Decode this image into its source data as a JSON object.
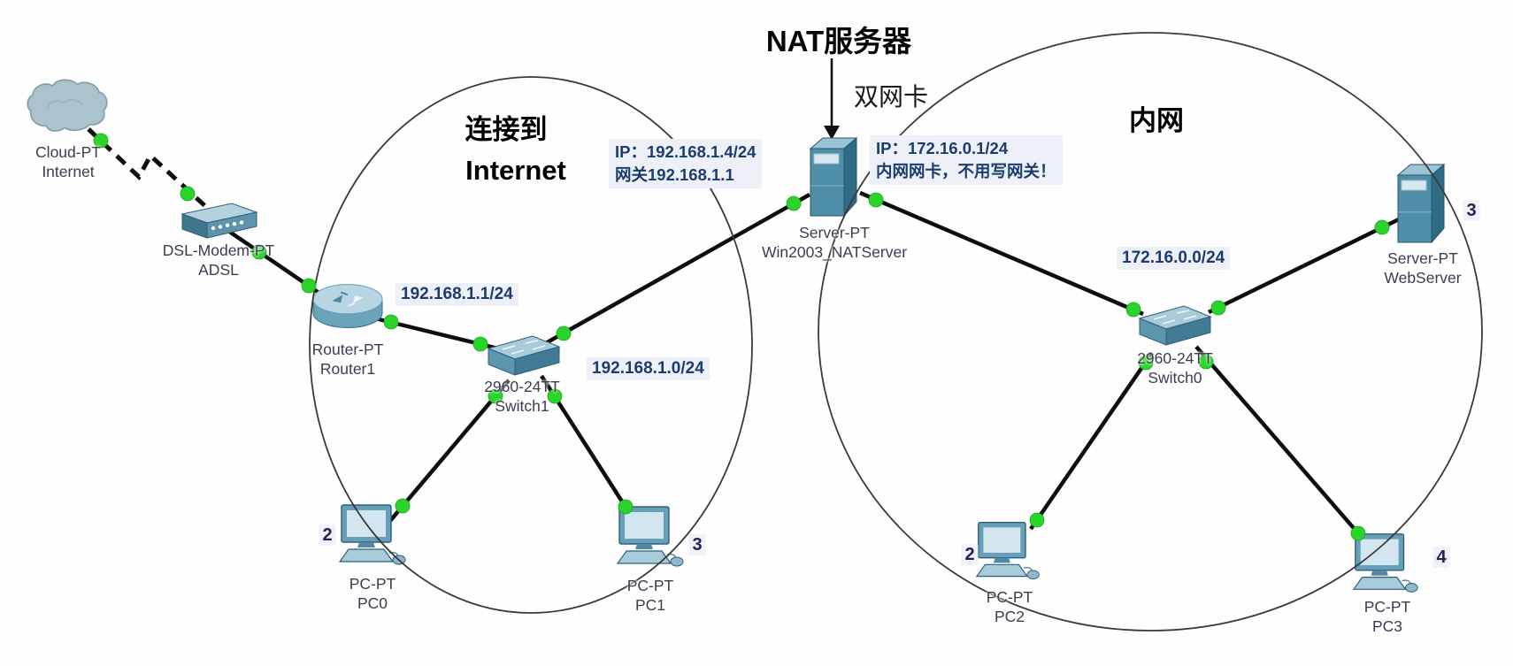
{
  "titles": {
    "nat_server": "NAT服务器",
    "dual_nic": "双网卡",
    "zone_internet_line1": "连接到",
    "zone_internet_line2": "Internet",
    "zone_intranet": "内网"
  },
  "notes": {
    "nat_outer_ip": "IP：192.168.1.4/24",
    "nat_outer_gw": "网关192.168.1.1",
    "nat_inner_ip": "IP：172.16.0.1/24",
    "nat_inner_note": "内网网卡，不用写网关！",
    "router_ip": "192.168.1.1/24",
    "outer_subnet": "192.168.1.0/24",
    "inner_subnet": "172.16.0.0/24"
  },
  "devices": {
    "cloud": {
      "model": "Cloud-PT",
      "name": "Internet"
    },
    "modem": {
      "model": "DSL-Modem-PT",
      "name": "ADSL"
    },
    "router": {
      "model": "Router-PT",
      "name": "Router1"
    },
    "switch1": {
      "model": "2960-24TT",
      "name": "Switch1"
    },
    "pc0": {
      "model": "PC-PT",
      "name": "PC0",
      "port": "2"
    },
    "pc1": {
      "model": "PC-PT",
      "name": "PC1",
      "port": "3"
    },
    "nat_server": {
      "model": "Server-PT",
      "name": "Win2003_NATServer"
    },
    "switch0": {
      "model": "2960-24TT",
      "name": "Switch0"
    },
    "web_server": {
      "model": "Server-PT",
      "name": "WebServer",
      "port": "3"
    },
    "pc2": {
      "model": "PC-PT",
      "name": "PC2",
      "port": "2"
    },
    "pc3": {
      "model": "PC-PT",
      "name": "PC3",
      "port": "4"
    }
  },
  "links": [
    {
      "from": "Internet",
      "to": "ADSL",
      "style": "dsl-dashed",
      "status": "up"
    },
    {
      "from": "ADSL",
      "to": "Router1",
      "style": "straight",
      "status": "up"
    },
    {
      "from": "Router1",
      "to": "Switch1",
      "style": "straight",
      "status": "up"
    },
    {
      "from": "Switch1",
      "to": "Win2003_NATServer",
      "style": "straight",
      "status": "up"
    },
    {
      "from": "Win2003_NATServer",
      "to": "Switch0",
      "style": "straight",
      "status": "up"
    },
    {
      "from": "Switch1",
      "to": "PC0",
      "style": "straight",
      "status": "up"
    },
    {
      "from": "Switch1",
      "to": "PC1",
      "style": "straight",
      "status": "up"
    },
    {
      "from": "Switch0",
      "to": "PC2",
      "style": "straight",
      "status": "up"
    },
    {
      "from": "Switch0",
      "to": "PC3",
      "style": "straight",
      "status": "up"
    },
    {
      "from": "Switch0",
      "to": "WebServer",
      "style": "straight",
      "status": "up"
    }
  ],
  "colors": {
    "link": "#0e0e0e",
    "link_status_up": "#2bd42b",
    "ip_text": "#1d3c6e",
    "ip_bg": "#eef0f8",
    "device_label": "#3c3c50",
    "device_teal": "#5d95ad",
    "zone_stroke": "#3a3a3a"
  }
}
